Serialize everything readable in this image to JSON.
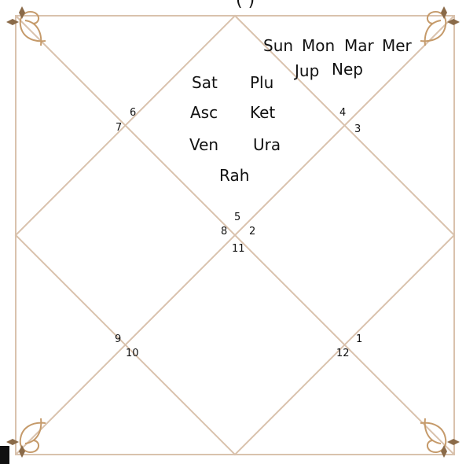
{
  "chart": {
    "title_fragment": "(              )",
    "line_color": "#d9c2ad",
    "ornament_color": "#c59a6a",
    "ornament_dark": "#8a6a48"
  },
  "planets": {
    "sun": "Sun",
    "mon": "Mon",
    "mar": "Mar",
    "mer": "Mer",
    "jup": "Jup",
    "nep": "Nep",
    "sat": "Sat",
    "plu": "Plu",
    "asc": "Asc",
    "ket": "Ket",
    "ven": "Ven",
    "ura": "Ura",
    "rah": "Rah"
  },
  "houses": {
    "h1": "1",
    "h2": "2",
    "h3": "3",
    "h4": "4",
    "h5": "5",
    "h6": "6",
    "h7": "7",
    "h8": "8",
    "h9": "9",
    "h10": "10",
    "h11": "11",
    "h12": "12"
  },
  "icons": {
    "corner": "fleur-de-lis-swirl-ornament-icon"
  }
}
